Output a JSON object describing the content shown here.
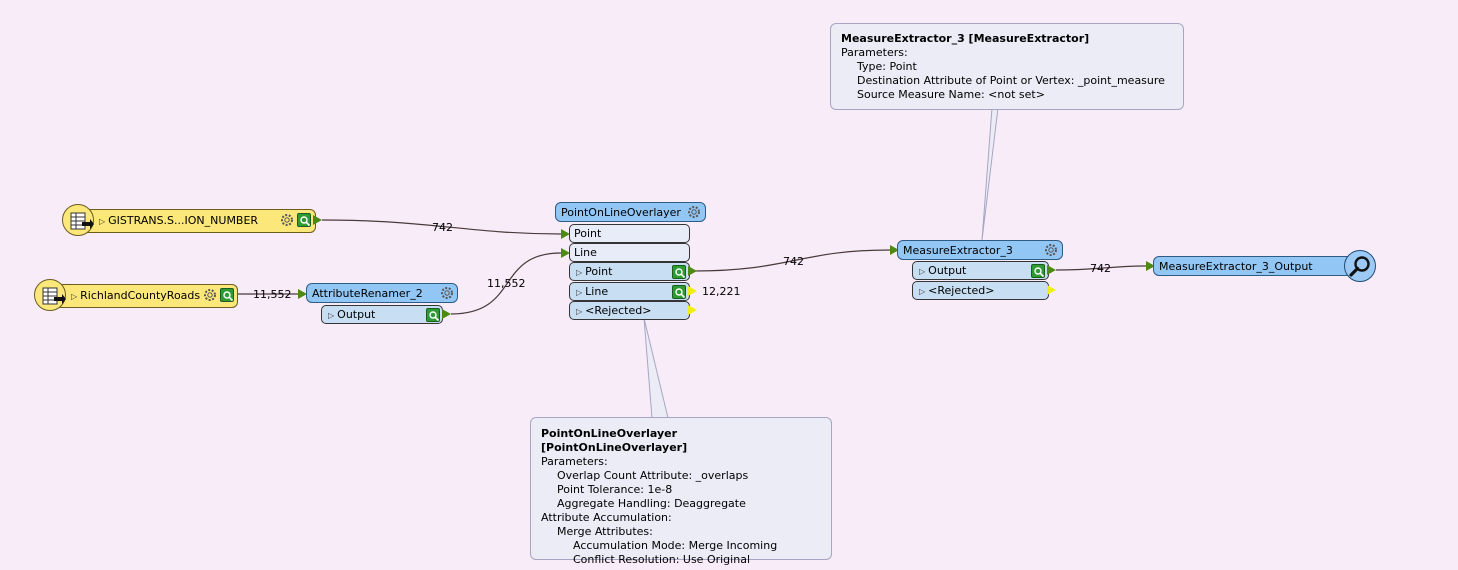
{
  "readers": {
    "gistrans": {
      "label": "GISTRANS.S...ION_NUMBER",
      "icon": "table-reader-icon"
    },
    "richland": {
      "label": "RichlandCountyRoads",
      "icon": "table-reader-icon"
    }
  },
  "transformers": {
    "renamer": {
      "title": "AttributeRenamer_2",
      "output": "Output"
    },
    "overlayer": {
      "title": "PointOnLineOverlayer",
      "inputs": [
        "Point",
        "Line"
      ],
      "outputs": [
        "Point",
        "Line",
        "<Rejected>"
      ]
    },
    "extractor": {
      "title": "MeasureExtractor_3",
      "outputs": [
        "Output",
        "<Rejected>"
      ]
    },
    "inspector": {
      "title": "MeasureExtractor_3_Output"
    }
  },
  "counts": {
    "gistrans_to_point": "742",
    "richland_to_renamer": "11,552",
    "renamer_to_line": "11,552",
    "point_to_extractor": "742",
    "line_out": "12,221",
    "extractor_to_inspector": "742"
  },
  "annotations": {
    "extractor": {
      "title": "MeasureExtractor_3 [MeasureExtractor]",
      "lines": [
        "Parameters:",
        "Type: Point",
        "Destination Attribute of Point or Vertex: _point_measure",
        "Source Measure Name: <not set>"
      ]
    },
    "overlayer": {
      "title": "PointOnLineOverlayer [PointOnLineOverlayer]",
      "lines": [
        "Parameters:",
        "Overlap Count Attribute: _overlaps",
        "Point Tolerance: 1e-8",
        "Aggregate Handling: Deaggregate",
        "Attribute Accumulation:",
        "Merge Attributes:",
        "Accumulation Mode: Merge Incoming",
        "Conflict Resolution: Use Original"
      ]
    }
  },
  "colors": {
    "canvas": "#f8ecf8",
    "reader_fill": "#fbe77a",
    "transformer_title": "#92c6f5",
    "port_fill": "#c8def2",
    "connection": "#4a3a3a",
    "output_arrow": "#4c8a14",
    "rejected_arrow": "#f0ef14",
    "callout_fill": "#ececf7"
  }
}
